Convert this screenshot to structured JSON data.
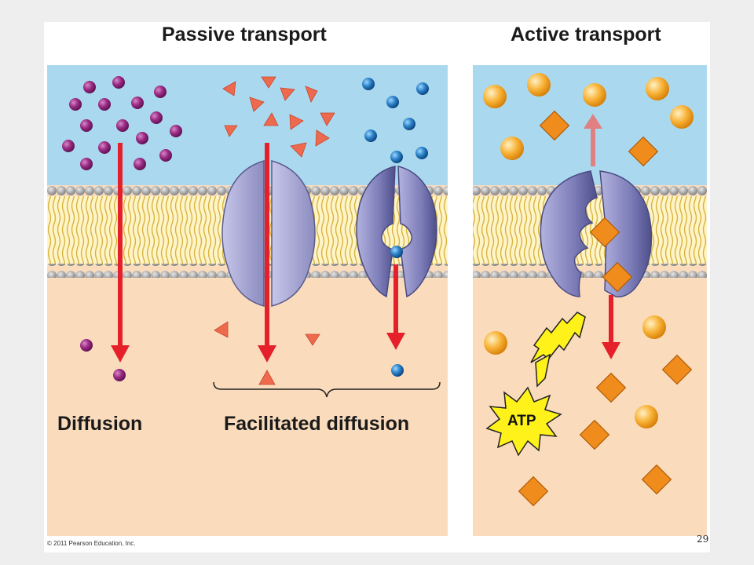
{
  "headings": {
    "passive": "Passive transport",
    "active": "Active transport"
  },
  "labels": {
    "diffusion": "Diffusion",
    "facilitated": "Facilitated diffusion",
    "atp": "ATP"
  },
  "footer": {
    "copyright": "© 2011 Pearson Education, Inc.",
    "page_number": "29"
  },
  "colors": {
    "extracellular": "#aad9ef",
    "cytoplasm": "#fadcbd",
    "arrow": "#e5202a",
    "protein": "#a6a6d6",
    "purple_particle": "#9b2a84",
    "salmon_particle": "#ee6a4e",
    "blue_particle": "#2a82c8",
    "orange_particle": "#f7a21d"
  }
}
